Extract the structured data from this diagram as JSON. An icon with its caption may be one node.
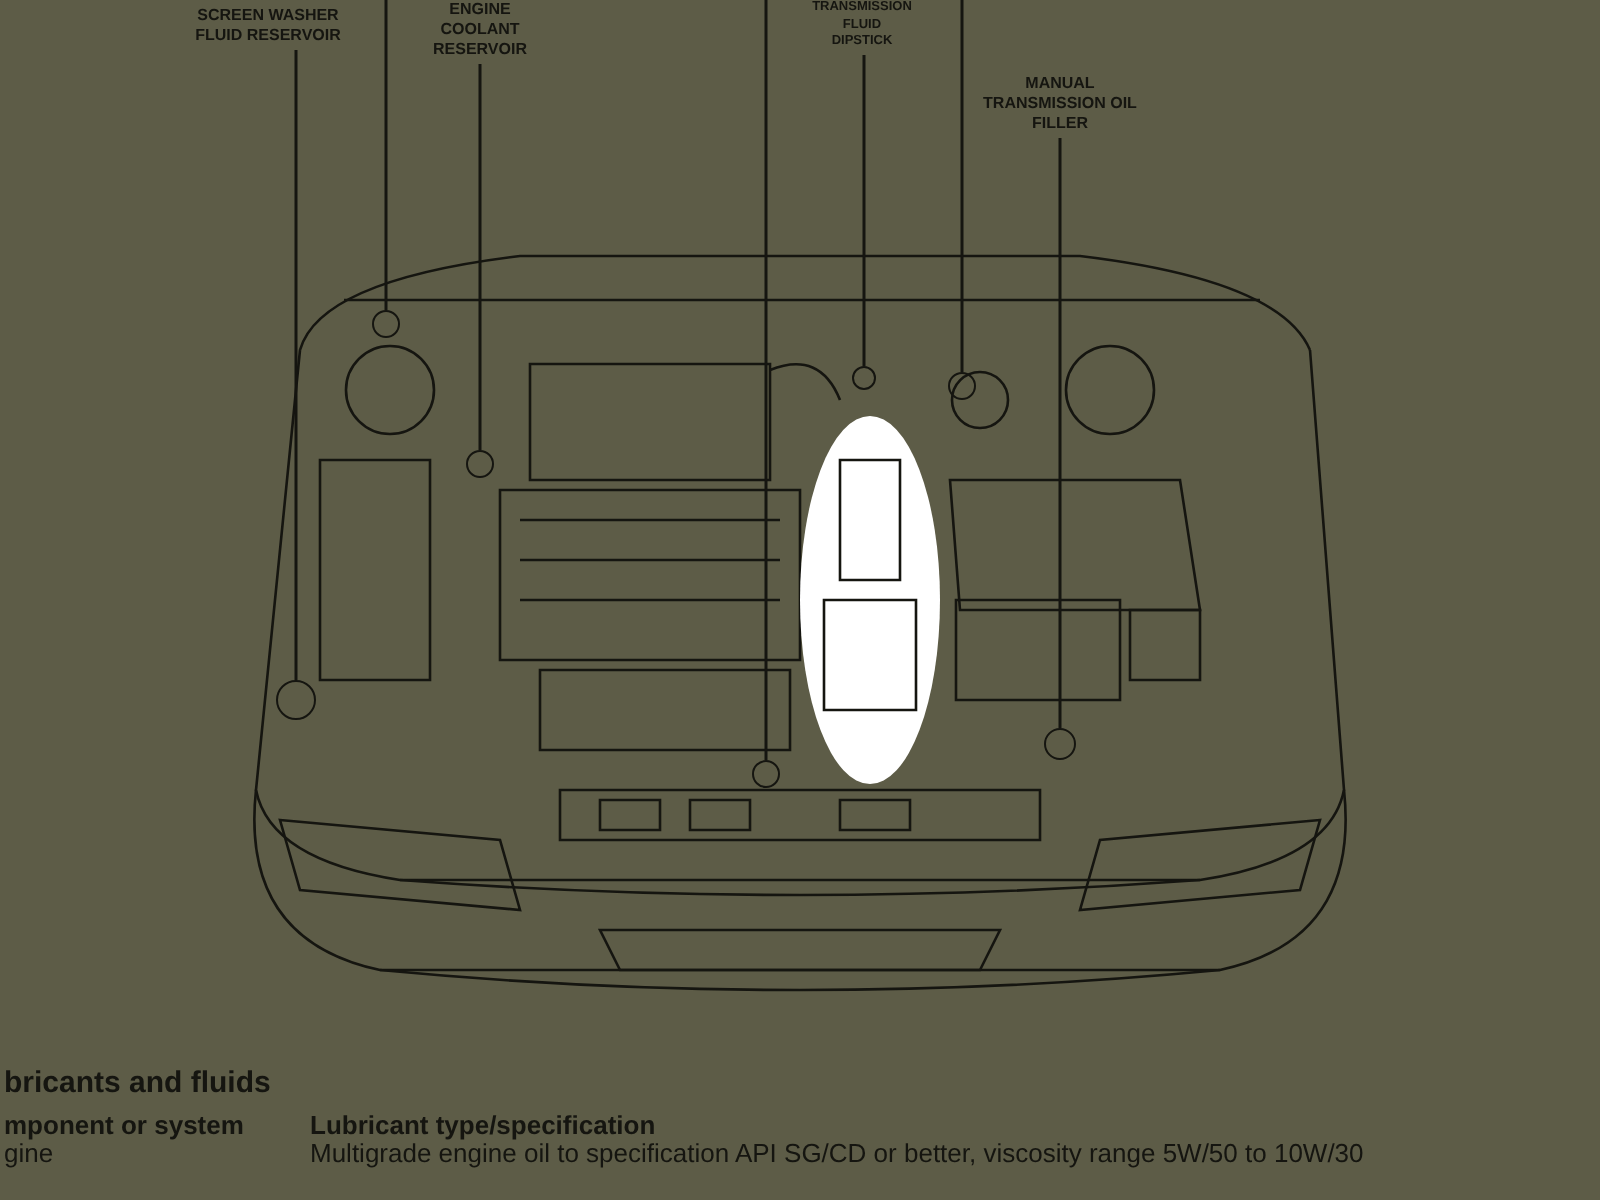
{
  "diagram": {
    "nodes": [
      {
        "text": [
          "SCREEN WASHER FLUID RESERVOIR"
        ]
      },
      {
        "text": [
          "ENGINE COOLANT RESERVOIR"
        ]
      },
      {
        "text": [
          "TRANSMISSION FLUID DIPSTICK"
        ]
      },
      {
        "text": [
          "MANUAL TRANSMISSION OIL FILLER"
        ]
      },
      {
        "text": [],
        "shape": "circle"
      },
      {
        "text": [],
        "shape": "circle"
      },
      {
        "text": [],
        "shape": "circle"
      },
      {
        "text": [],
        "shape": "circle"
      },
      {
        "text": [],
        "shape": "circle"
      },
      {
        "text": [],
        "shape": "circle"
      },
      {
        "text": [],
        "shape": "circle"
      }
    ],
    "edges": [
      {
        "from": 0,
        "to": 4,
        "arrow": "none"
      },
      {
        "from": null,
        "to": 5,
        "arrow": "none"
      },
      {
        "from": 1,
        "to": 6,
        "arrow": "none"
      },
      {
        "from": null,
        "to": 7,
        "arrow": "none"
      },
      {
        "from": 2,
        "to": 8,
        "arrow": "none"
      },
      {
        "from": null,
        "to": 9,
        "arrow": "none"
      },
      {
        "from": 3,
        "to": 10,
        "arrow": "none"
      }
    ],
    "labels": [
      "bricants and fluids",
      "mponent or system",
      "Lubricant type/specification",
      "gine",
      "Multigrade engine oil to specification API SG/CD or better, viscosity range 5W/50 to 10W/30"
    ]
  }
}
